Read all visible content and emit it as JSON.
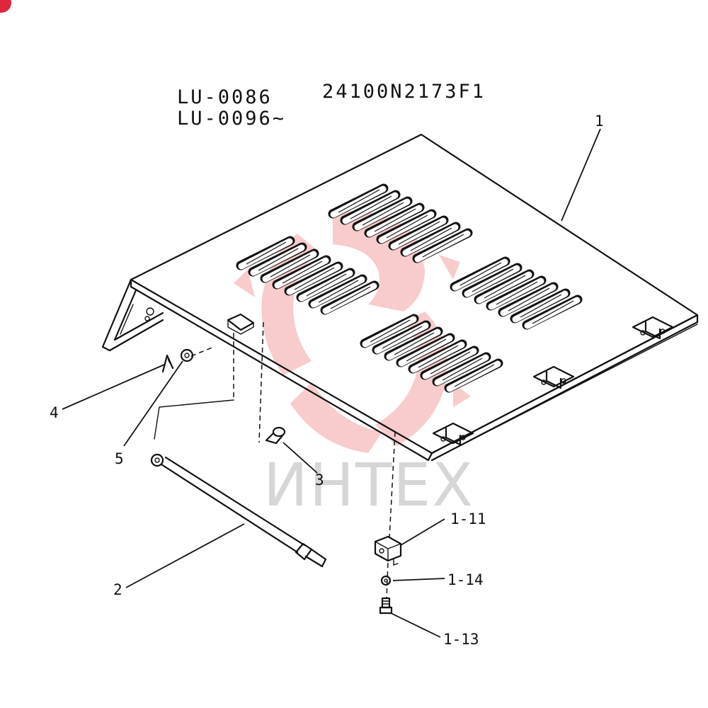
{
  "header": {
    "model_line_1": "LU-0086",
    "model_line_2": "LU-0096~",
    "part_code": "24100N2173F1"
  },
  "watermark": {
    "text": "ИНТЕХ",
    "logo_color": "#f4a3a3",
    "text_color": "#d6d6d6"
  },
  "corner_badge": {
    "color": "#e0253a"
  },
  "callouts": [
    {
      "id": "1",
      "label": "1"
    },
    {
      "id": "2",
      "label": "2"
    },
    {
      "id": "3",
      "label": "3"
    },
    {
      "id": "4",
      "label": "4"
    },
    {
      "id": "5",
      "label": "5"
    },
    {
      "id": "1-11",
      "label": "1-11"
    },
    {
      "id": "1-14",
      "label": "1-14"
    },
    {
      "id": "1-13",
      "label": "1-13"
    }
  ]
}
